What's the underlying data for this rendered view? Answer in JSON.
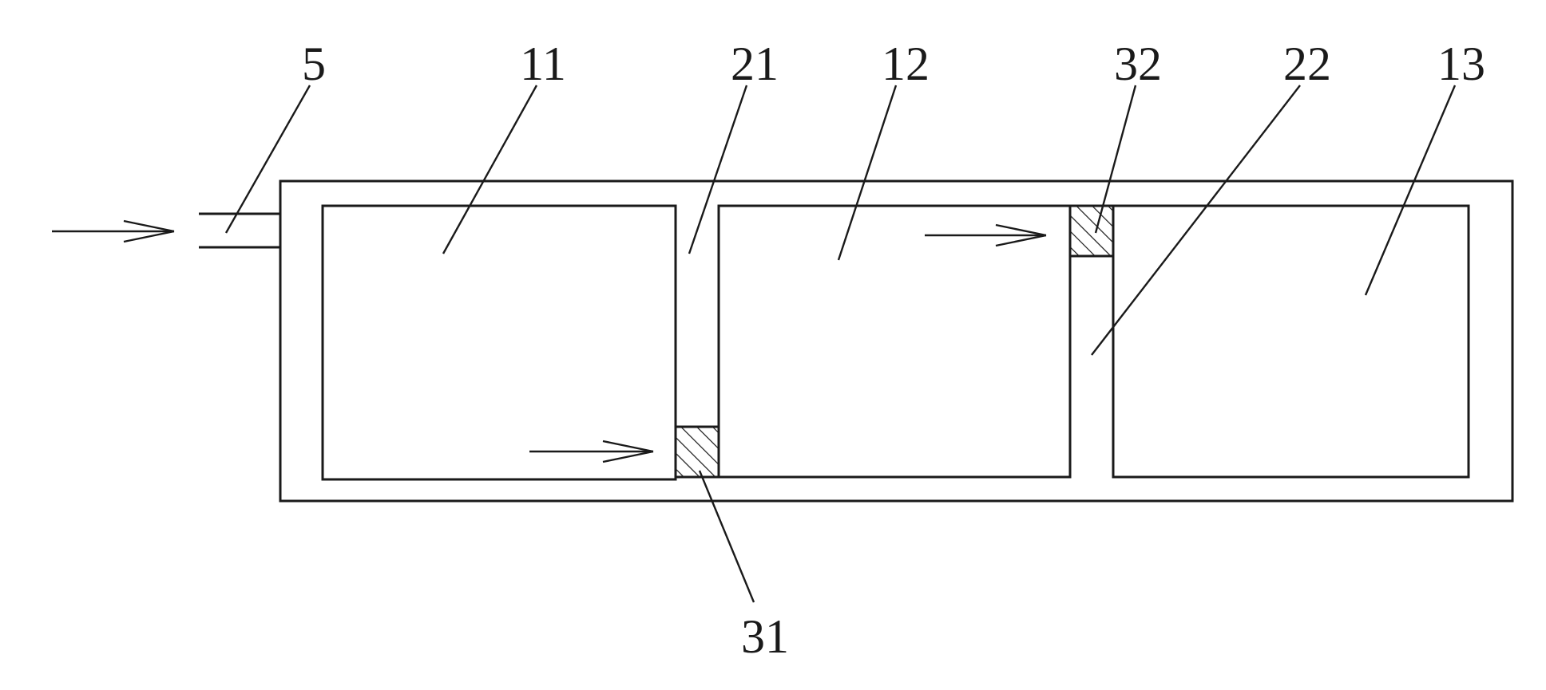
{
  "colors": {
    "line": "#1a1a1a",
    "background": "#ffffff"
  },
  "labels": {
    "inlet_pipe": "5",
    "chamber_1": "11",
    "chamber_2": "12",
    "chamber_3": "13",
    "gap_1": "21",
    "gap_2": "22",
    "filter_1": "31",
    "filter_2": "32"
  }
}
